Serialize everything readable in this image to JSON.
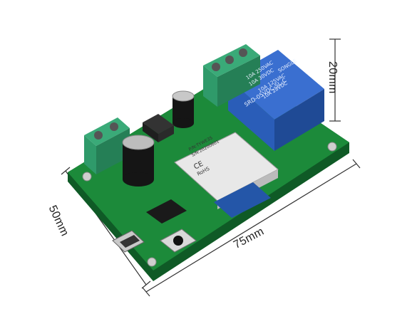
{
  "dimensions": {
    "height": "20mm",
    "width": "50mm",
    "length": "75mm"
  },
  "relay": {
    "brand": "SONGLE",
    "line1": "10A 250VAC",
    "line2": "10A 30VDC",
    "line3": "10A 125VAC",
    "line4": "10A 28VDC",
    "model": "SRD-05VDC-SL-C"
  },
  "module": {
    "pn": "P/N:TYWE3S",
    "sn": "S/N:20200601",
    "ce": "CE",
    "rohs": "RoHS"
  },
  "colors": {
    "pcb": "#1c8a3a",
    "relay": "#2a5db8",
    "terminal": "#2f9a6a",
    "module": "#e8e8e8"
  }
}
